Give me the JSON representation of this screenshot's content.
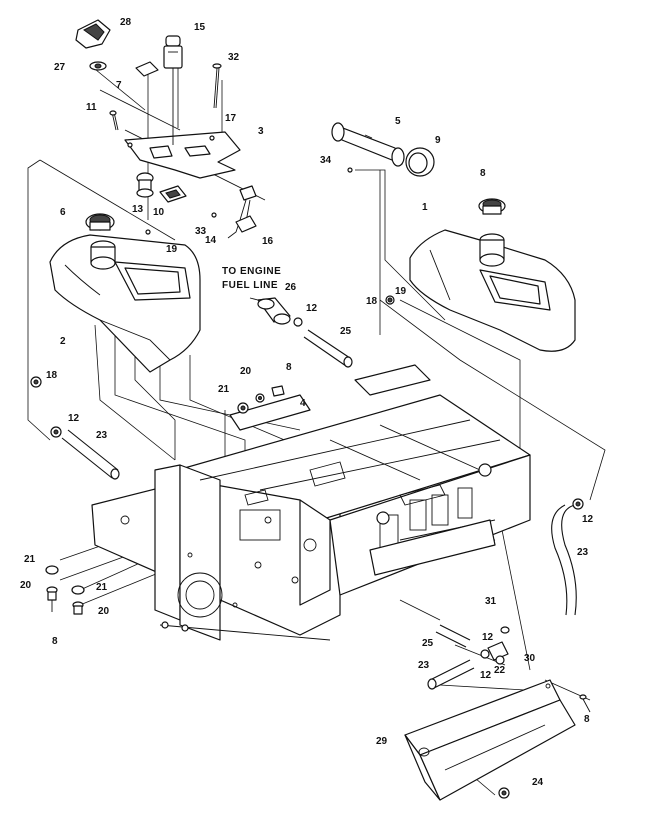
{
  "diagram": {
    "annotation": {
      "line1": "TO ENGINE",
      "line2": "FUEL LINE"
    },
    "callouts": [
      "28",
      "15",
      "27",
      "32",
      "7",
      "11",
      "17",
      "3",
      "5",
      "9",
      "34",
      "13",
      "10",
      "6",
      "33",
      "14",
      "16",
      "19",
      "8",
      "1",
      "26",
      "12",
      "19",
      "18",
      "25",
      "2",
      "18",
      "20",
      "21",
      "8",
      "4",
      "12",
      "23",
      "12",
      "23",
      "21",
      "20",
      "21",
      "20",
      "8",
      "31",
      "25",
      "12",
      "30",
      "23",
      "22",
      "12",
      "8",
      "29",
      "24"
    ]
  }
}
